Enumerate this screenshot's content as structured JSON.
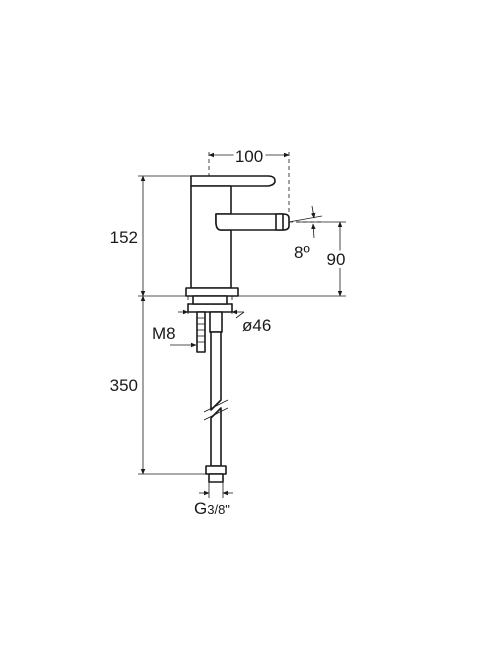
{
  "dimensions": {
    "width": "100",
    "height_body": "152",
    "hose_length": "350",
    "spout_height": "90",
    "spout_angle": "8º",
    "base_diameter": "ø46",
    "thread_stud": "M8",
    "hose_thread_main": "G",
    "hose_thread_fraction": "3/8\""
  }
}
